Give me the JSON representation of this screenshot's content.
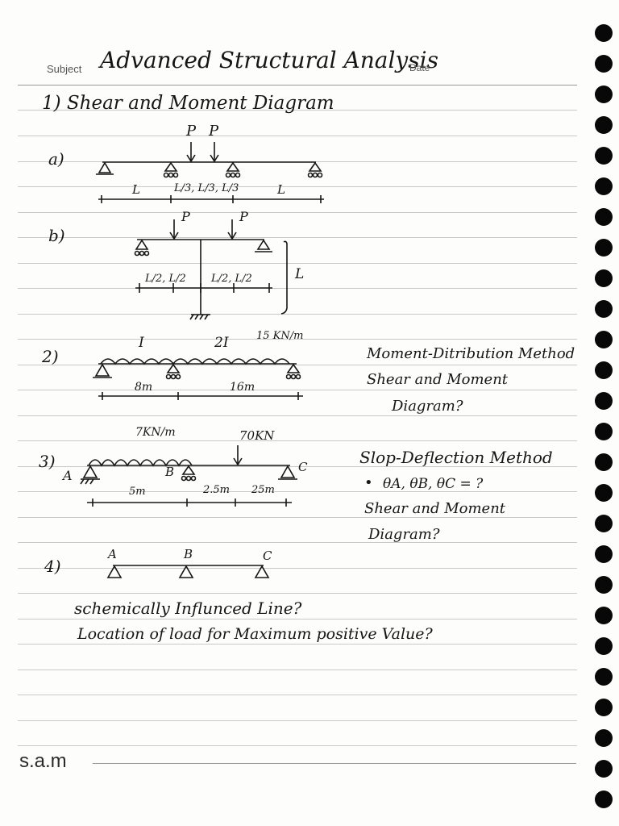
{
  "header": {
    "subject_label": "Subject",
    "title": "Advanced Structural Analysis",
    "date_label": "Date"
  },
  "problem1": {
    "heading": "1) Shear and Moment Diagram",
    "part_a": {
      "label": "a)",
      "loads": [
        "P",
        "P"
      ],
      "dims": [
        "L",
        "L/3, L/3, L/3",
        "L"
      ]
    },
    "part_b": {
      "label": "b)",
      "loads": [
        "P",
        "P"
      ],
      "dims": [
        "L/2, L/2",
        "L/2, L/2"
      ],
      "height": "L"
    }
  },
  "problem2": {
    "label": "2)",
    "stiffness": [
      "I",
      "2I"
    ],
    "load": "15 KN/m",
    "spans": [
      "8m",
      "16m"
    ],
    "notes": [
      "Moment-Ditribution Method",
      "Shear and Moment",
      "Diagram?"
    ]
  },
  "problem3": {
    "label": "3)",
    "dist_load": "7KN/m",
    "point_load": "70KN",
    "nodes": [
      "A",
      "B",
      "C"
    ],
    "spans": [
      "5m",
      "2.5m",
      "25m"
    ],
    "notes": [
      "Slop-Deflection Method",
      "θA, θB, θC = ?",
      "Shear and Moment",
      "Diagram?"
    ]
  },
  "problem4": {
    "label": "4)",
    "nodes": [
      "A",
      "B",
      "C"
    ],
    "questions": [
      "schemically Influnced Line?",
      "Location of load for Maximum positive Value?"
    ]
  },
  "footer": {
    "signature": "s.a.m"
  }
}
